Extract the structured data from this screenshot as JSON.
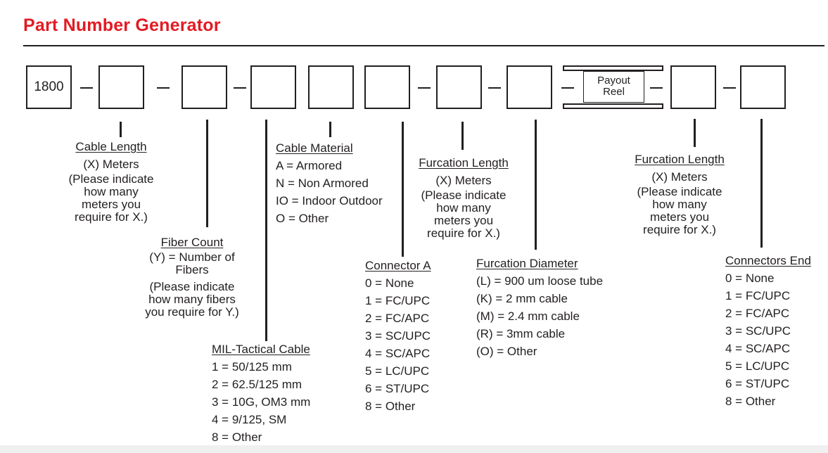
{
  "title": "Part Number Generator",
  "prefix": "1800",
  "reel_label": [
    "Payout",
    "Reel"
  ],
  "cable_length": {
    "title": "Cable Length",
    "line": "(X) Meters",
    "note": [
      "(Please indicate",
      "how many",
      "meters you",
      "require for X.)"
    ]
  },
  "fiber_count": {
    "title": "Fiber Count",
    "lines": [
      "(Y) = Number of",
      "Fibers"
    ],
    "note": [
      "(Please indicate",
      "how many fibers",
      "you require for Y.)"
    ]
  },
  "mil_tactical": {
    "title": "MIL-Tactical Cable",
    "options": [
      "1 = 50/125 mm",
      "2 = 62.5/125 mm",
      "3 = 10G, OM3 mm",
      "4 = 9/125, SM",
      "8 = Other"
    ]
  },
  "cable_material": {
    "title": "Cable Material",
    "options": [
      "A = Armored",
      "N = Non Armored",
      "IO = Indoor Outdoor",
      "O = Other"
    ]
  },
  "connector_a": {
    "title": "Connector A",
    "options": [
      "0 = None",
      "1 = FC/UPC",
      "2 = FC/APC",
      "3 = SC/UPC",
      "4 = SC/APC",
      "5 = LC/UPC",
      "6 = ST/UPC",
      "8 = Other"
    ]
  },
  "furcation_length_a": {
    "title": "Furcation Length",
    "line": "(X) Meters",
    "note": [
      "(Please indicate",
      "how many",
      "meters you",
      "require for X.)"
    ]
  },
  "furcation_diameter": {
    "title": "Furcation Diameter",
    "options": [
      "(L) = 900 um loose tube",
      "(K) = 2 mm cable",
      "(M) = 2.4 mm cable",
      "(R) =  3mm cable",
      "(O) = Other"
    ]
  },
  "furcation_length_b": {
    "title": "Furcation Length",
    "line": "(X) Meters",
    "note": [
      "(Please indicate",
      "how many",
      "meters you",
      "require for X.)"
    ]
  },
  "connectors_end": {
    "title": "Connectors End",
    "options": [
      "0 = None",
      "1 = FC/UPC",
      "2 = FC/APC",
      "3 = SC/UPC",
      "4 = SC/APC",
      "5 = LC/UPC",
      "6 = ST/UPC",
      "8 = Other"
    ]
  },
  "colors": {
    "title": "#e21b23",
    "ink": "#231f20"
  }
}
